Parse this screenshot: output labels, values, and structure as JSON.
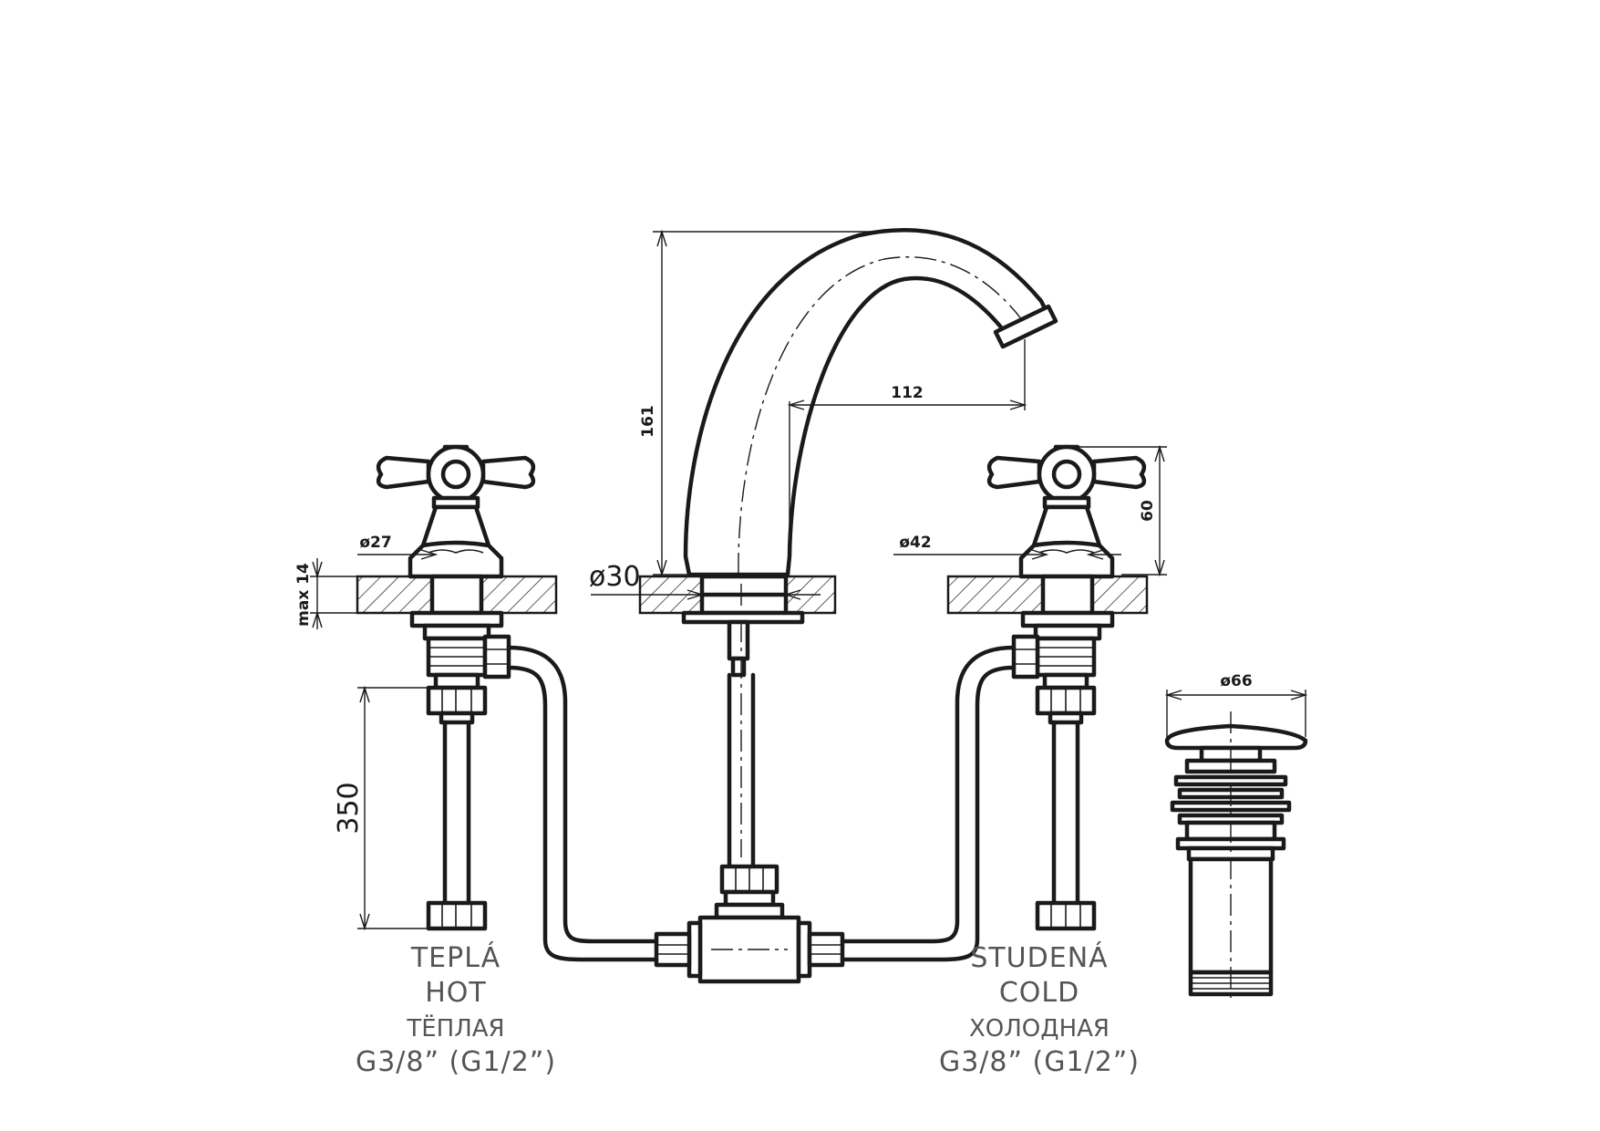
{
  "dimensions": {
    "height_spout": "161",
    "reach_spout": "112",
    "handle_height": "60",
    "dia_left_flange": "ø27",
    "dia_right_flange": "ø42",
    "dia_spout": "ø30",
    "max_thickness": "max 14",
    "hose_length": "350",
    "dia_waste": "ø66"
  },
  "labels": {
    "hot": {
      "line1": "TEPLÁ",
      "line2": "HOT",
      "line3": "ТЁПЛАЯ",
      "thread": "G3/8”  (G1/2”)"
    },
    "cold": {
      "line1": "STUDENÁ",
      "line2": "COLD",
      "line3": "ХОЛОДНАЯ",
      "thread": "G3/8”  (G1/2”)"
    }
  }
}
